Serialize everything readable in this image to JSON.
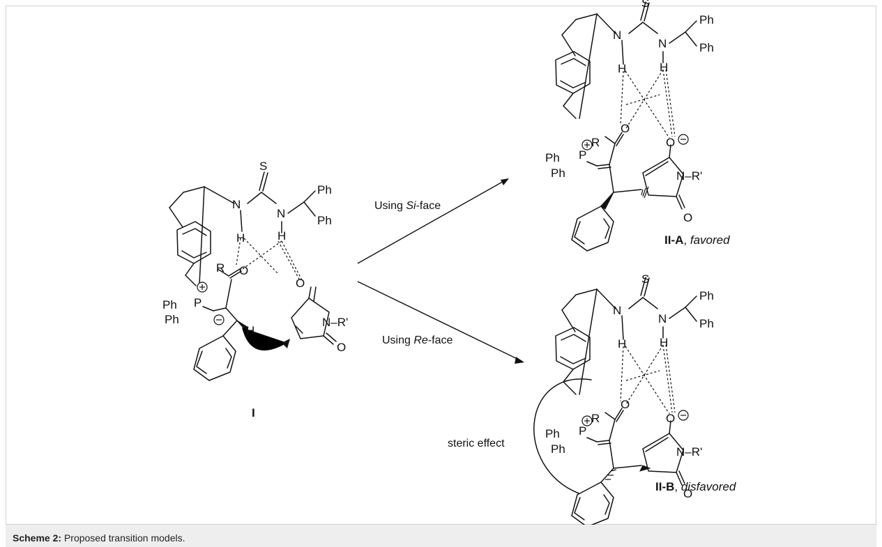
{
  "labels": {
    "arrow_top": {
      "pre": "Using ",
      "face": "Si",
      "post": "-face"
    },
    "arrow_bottom": {
      "pre": "Using ",
      "face": "Re",
      "post": "-face"
    },
    "steric": "steric effect"
  },
  "compounds": {
    "I": {
      "label": "I"
    },
    "IIA": {
      "label": "II-A",
      "note": "favored"
    },
    "IIB": {
      "label": "II-B",
      "note": "disfavored"
    }
  },
  "atoms": {
    "S": "S",
    "N": "N",
    "H": "H",
    "O": "O",
    "R": "R",
    "P": "P",
    "Ph": "Ph",
    "NR": "N–R'"
  },
  "caption": {
    "label": "Scheme 2:",
    "text": "Proposed transition models."
  }
}
